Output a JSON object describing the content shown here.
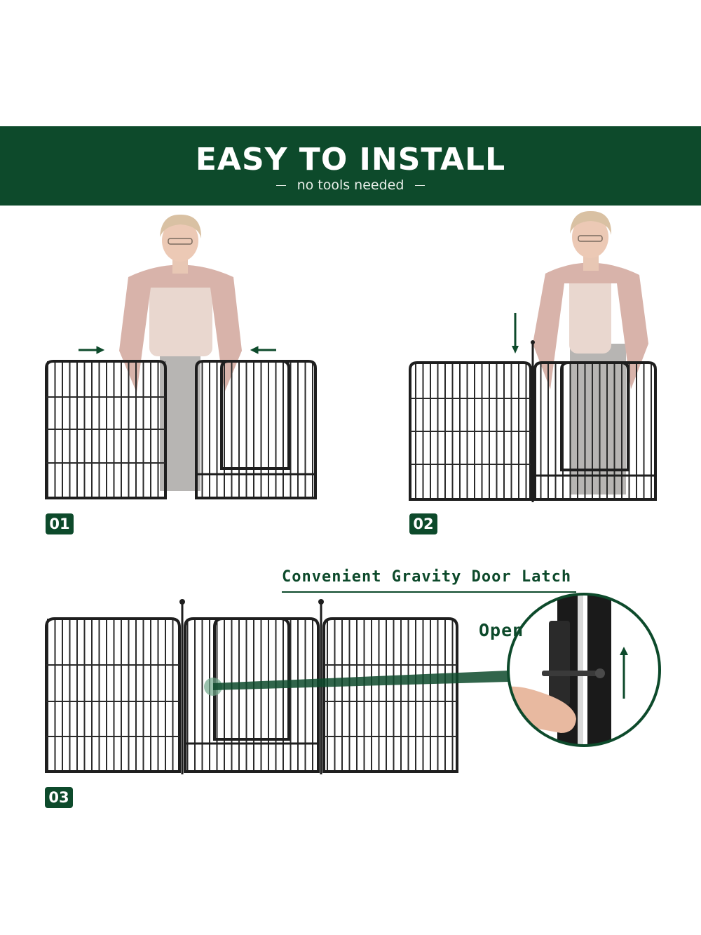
{
  "banner": {
    "title": "EASY TO INSTALL",
    "subtitle": "no tools needed"
  },
  "steps": [
    {
      "number": "01"
    },
    {
      "number": "02"
    },
    {
      "number": "03"
    }
  ],
  "latch": {
    "title": "Convenient Gravity Door Latch",
    "open_label": "Open"
  },
  "colors": {
    "brand_green": "#0d4a2b",
    "fence": "#1e1e1e"
  }
}
